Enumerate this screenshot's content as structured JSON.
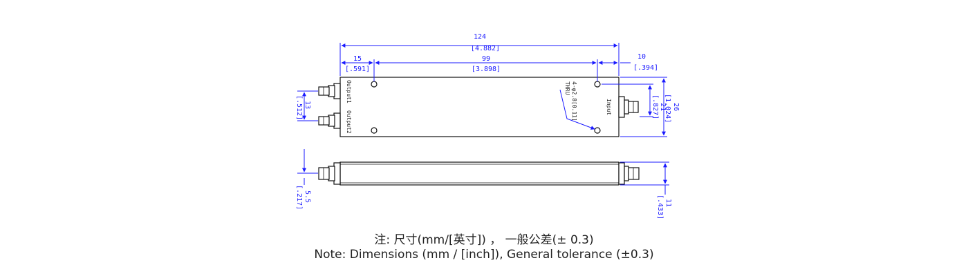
{
  "top_view": {
    "overall_length": {
      "mm": "124",
      "inch": "[4.882]"
    },
    "hole_spacing": {
      "mm": "99",
      "inch": "[3.898]"
    },
    "left_offset": {
      "mm": "15",
      "inch": "[.591]"
    },
    "right_offset": {
      "mm": "10",
      "inch": "[.394]"
    },
    "body_height": {
      "mm": "26",
      "inch": "[1.024]"
    },
    "input_offset": {
      "mm": "21",
      "inch": "[.827]"
    },
    "output_pitch": {
      "mm": "13",
      "inch": "[.512]"
    },
    "hole_callout_1": "4-φ2.8[0.11]",
    "hole_callout_2": "THRU",
    "port_output1": "Output1",
    "port_output2": "Output2",
    "port_input": "Input"
  },
  "side_view": {
    "connector_height": {
      "mm": "5.5",
      "inch": "[.217]"
    },
    "thickness": {
      "mm": "11",
      "inch": "[.433]"
    }
  },
  "notes": {
    "chinese": "注: 尺寸(mm/[英寸]) ， 一般公差(± 0.3)",
    "english": "Note: Dimensions (mm / [inch]), General tolerance (±0.3)"
  }
}
